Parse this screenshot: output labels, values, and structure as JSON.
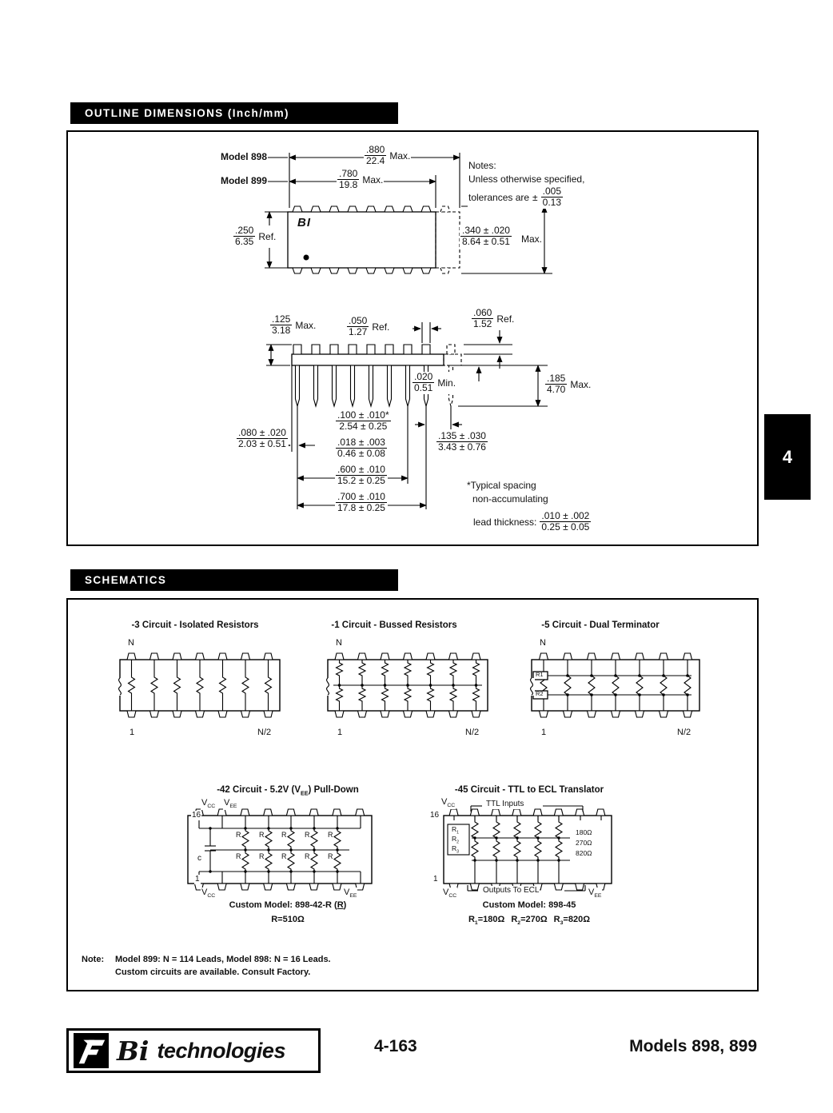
{
  "page": {
    "outline_title": "OUTLINE DIMENSIONS (Inch/mm)",
    "schematics_title": "SCHEMATICS",
    "side_tab": "4"
  },
  "outline": {
    "model898": "Model 898",
    "model899": "Model 899",
    "chip_logo": "BI",
    "notes": {
      "heading": "Notes:",
      "line1": "Unless otherwise specified,",
      "line2": "tolerances are",
      "pm": "±",
      "tol_top": ".005",
      "tol_bot": "0.13"
    },
    "dims": {
      "d880": {
        "top": ".880",
        "bot": "22.4",
        "sfx": "Max."
      },
      "d780": {
        "top": ".780",
        "bot": "19.8",
        "sfx": "Max."
      },
      "d250": {
        "top": ".250",
        "bot": "6.35",
        "sfx": "Ref."
      },
      "d340": {
        "top": ".340 ± .020",
        "bot": "8.64 ± 0.51",
        "sfx": "Max."
      },
      "d125": {
        "top": ".125",
        "bot": "3.18",
        "sfx": "Max."
      },
      "d050": {
        "top": ".050",
        "bot": "1.27",
        "sfx": "Ref."
      },
      "d060": {
        "top": ".060",
        "bot": "1.52",
        "sfx": "Ref."
      },
      "d020": {
        "top": ".020",
        "bot": "0.51",
        "sfx": "Min."
      },
      "d185": {
        "top": ".185",
        "bot": "4.70",
        "sfx": "Max."
      },
      "d100": {
        "top": ".100 ± .010*",
        "bot": "2.54 ± 0.25",
        "sfx": ""
      },
      "d018": {
        "top": ".018 ± .003",
        "bot": "0.46 ± 0.08",
        "sfx": ""
      },
      "d600": {
        "top": ".600 ± .010",
        "bot": "15.2 ± 0.25",
        "sfx": ""
      },
      "d700": {
        "top": ".700 ± .010",
        "bot": "17.8 ± 0.25",
        "sfx": ""
      },
      "d080": {
        "top": ".080 ± .020",
        "bot": "2.03 ± 0.51",
        "sfx": ""
      },
      "d135": {
        "top": ".135 ± .030",
        "bot": "3.43 ± 0.76",
        "sfx": ""
      },
      "lead": {
        "top": ".010 ± .002",
        "bot": "0.25 ± 0.05",
        "sfx": ""
      }
    },
    "typical_line1": "*Typical spacing",
    "typical_line2": "non-accumulating",
    "lead_label": "lead thickness:"
  },
  "schematics": {
    "iso": {
      "title": "-3 Circuit - Isolated Resistors",
      "n": "N",
      "one": "1",
      "n2": "N/2"
    },
    "bus": {
      "title": "-1 Circuit - Bussed Resistors",
      "n": "N",
      "one": "1",
      "n2": "N/2"
    },
    "dual": {
      "title": "-5 Circuit - Dual Terminator",
      "n": "N",
      "one": "1",
      "n2": "N/2",
      "r1": "R1",
      "r2": "R2"
    },
    "pulldown": {
      "title_pre": "-42 Circuit - 5.2V (V",
      "title_sub": "EE",
      "title_post": ") Pull-Down",
      "v": "V",
      "cc": "CC",
      "ee": "EE",
      "pin16": "16",
      "pin1": "1",
      "r": "R",
      "cap": "c",
      "custom_pre": "Custom Model: 898-42-R (",
      "custom_r": "R",
      "custom_post": ")",
      "rvalue": "R=510Ω"
    },
    "translator": {
      "title": "-45 Circuit - TTL to ECL Translator",
      "v": "V",
      "cc": "CC",
      "ee": "EE",
      "pin16": "16",
      "pin1": "1",
      "ttl_inputs": "TTL Inputs",
      "outputs": "Outputs To ECL",
      "r": "R",
      "s1": "1",
      "s2": "2",
      "s3": "3",
      "ohm1": "180Ω",
      "ohm2": "270Ω",
      "ohm3": "820Ω",
      "custom": "Custom Model: 898-45",
      "rv1": "=180Ω",
      "rv2": "=270Ω",
      "rv3": "=820Ω"
    },
    "note_label": "Note:",
    "note_line1": "Model 899: N = 114 Leads, Model 898: N = 16 Leads.",
    "note_line2": "Custom circuits are available.  Consult Factory."
  },
  "footer": {
    "brand_bi": "Bi",
    "brand_rest": "technologies",
    "page_number": "4-163",
    "models": "Models 898, 899"
  }
}
